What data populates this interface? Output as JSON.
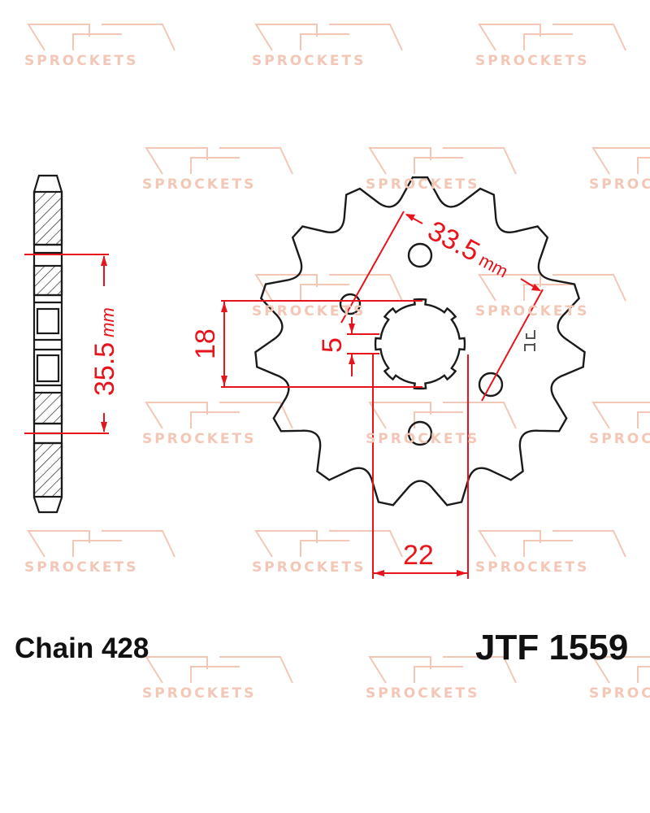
{
  "product": {
    "chain_label": "Chain 428",
    "part_number": "JTF 1559",
    "teeth": 15
  },
  "dimensions": {
    "pcd": "33.5",
    "pcd_unit": "mm",
    "spline_height": "18",
    "offset": "5",
    "bore_width": "22",
    "thickness_span": "35.5",
    "thickness_unit": "mm"
  },
  "watermark": {
    "text": "SPROCKETS",
    "logo": "JT"
  },
  "colors": {
    "dimension": "#e8141b",
    "outline": "#1a1a1a",
    "watermark": "#f4c6b6"
  }
}
